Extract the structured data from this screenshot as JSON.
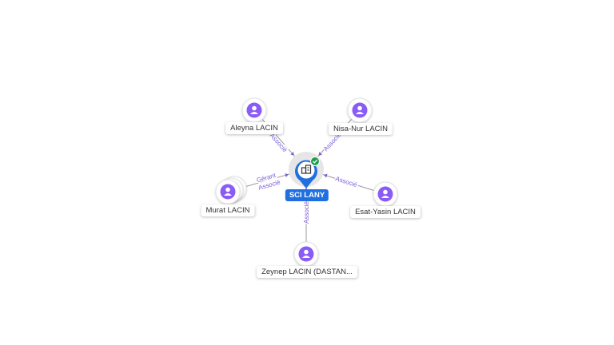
{
  "center": {
    "name": "SCI LANY",
    "icon": "building-icon",
    "verified_icon": "check-badge-icon",
    "color": "#1f6fe0"
  },
  "persons": [
    {
      "id": "aleyna",
      "name": "Aleyna LACIN",
      "relations": [
        "Associé"
      ],
      "stacked": false
    },
    {
      "id": "nisa",
      "name": "Nisa-Nur LACIN",
      "relations": [
        "Associé"
      ],
      "stacked": false
    },
    {
      "id": "murat",
      "name": "Murat LACIN",
      "relations": [
        "Gérant",
        "Associé"
      ],
      "stacked": true
    },
    {
      "id": "esat",
      "name": "Esat-Yasin LACIN",
      "relations": [
        "Associé"
      ],
      "stacked": false
    },
    {
      "id": "zeynep",
      "name": "Zeynep LACIN (DASTAN...",
      "relations": [
        "Associé"
      ],
      "stacked": false
    }
  ],
  "colors": {
    "person_icon": "#8a5cf5",
    "edge": "#9a9a9a",
    "edge_label": "#7a5fd6",
    "verified": "#1e9e4a"
  }
}
